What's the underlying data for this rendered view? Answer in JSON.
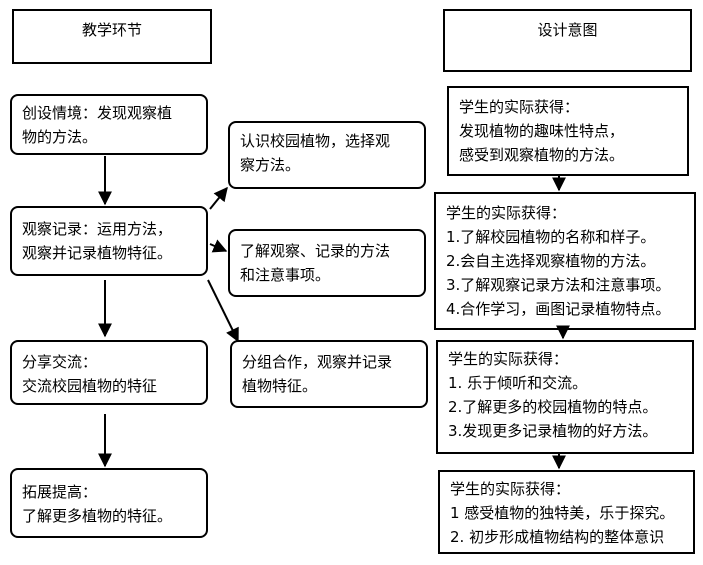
{
  "headers": {
    "left": "教学环节",
    "right": "设计意图"
  },
  "steps": [
    {
      "lines": [
        "创设情境：发现观察植",
        "物的方法。"
      ]
    },
    {
      "lines": [
        "观察记录：运用方法，",
        "观察并记录植物特征。"
      ]
    },
    {
      "lines": [
        "分享交流：",
        "交流校园植物的特征"
      ]
    },
    {
      "lines": [
        "拓展提高：",
        "了解更多植物的特征。"
      ]
    }
  ],
  "activities": [
    {
      "lines": [
        "认识校园植物，选择观",
        "察方法。"
      ]
    },
    {
      "lines": [
        "了解观察、记录的方法",
        "和注意事项。"
      ]
    },
    {
      "lines": [
        "分组合作，观察并记录",
        "植物特征。"
      ]
    }
  ],
  "intents": [
    {
      "lines": [
        "学生的实际获得：",
        "发现植物的趣味性特点，",
        "感受到观察植物的方法。"
      ]
    },
    {
      "lines": [
        "学生的实际获得：",
        "1.了解校园植物的名称和样子。",
        "2.会自主选择观察植物的方法。",
        "3.了解观察记录方法和注意事项。",
        "4.合作学习，画图记录植物特点。"
      ]
    },
    {
      "lines": [
        "学生的实际获得：",
        "1.  乐于倾听和交流。",
        "2.了解更多的校园植物的特点。",
        "3.发现更多记录植物的好方法。"
      ]
    },
    {
      "lines": [
        "学生的实际获得：",
        "1 感受植物的独特美，乐于探究。",
        "2. 初步形成植物结构的整体意识"
      ]
    }
  ]
}
